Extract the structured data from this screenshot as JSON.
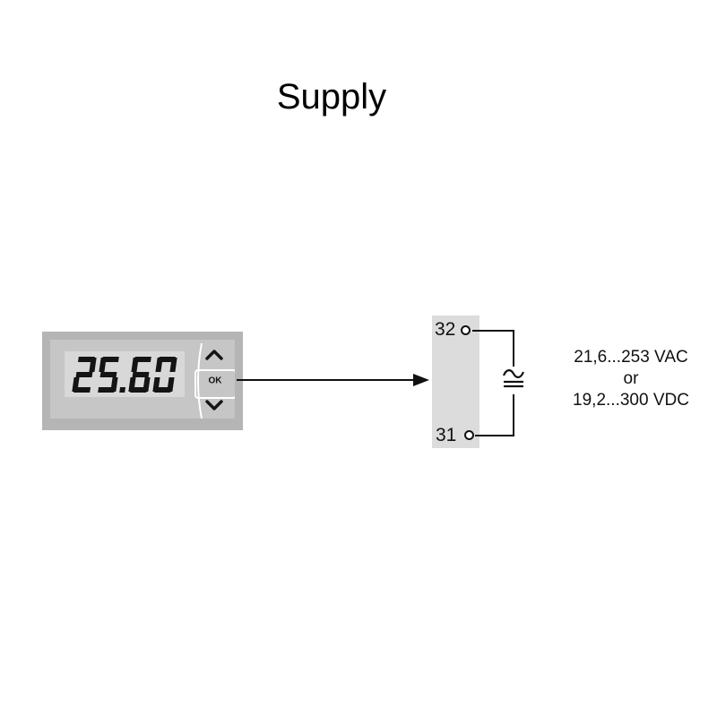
{
  "title": "Supply",
  "device": {
    "display_value": "25.60",
    "buttons": {
      "up_icon": "chevron-up",
      "ok_label": "OK",
      "down_icon": "chevron-down"
    }
  },
  "connection": {
    "arrow_icon": "arrow-right"
  },
  "terminal_block": {
    "terminals": [
      {
        "number": "32"
      },
      {
        "number": "31"
      }
    ],
    "symbol_icon": "ac-dc-supply"
  },
  "ratings": {
    "line1": "21,6...253 VAC",
    "line2": "or",
    "line3": "19,2...300 VDC"
  },
  "colors": {
    "background": "#ffffff",
    "frame": "#b5b5b5",
    "panel": "#c6c6c6",
    "display": "#d8d8d8",
    "terminal_block": "#dcdcdc",
    "ink": "#111111"
  }
}
